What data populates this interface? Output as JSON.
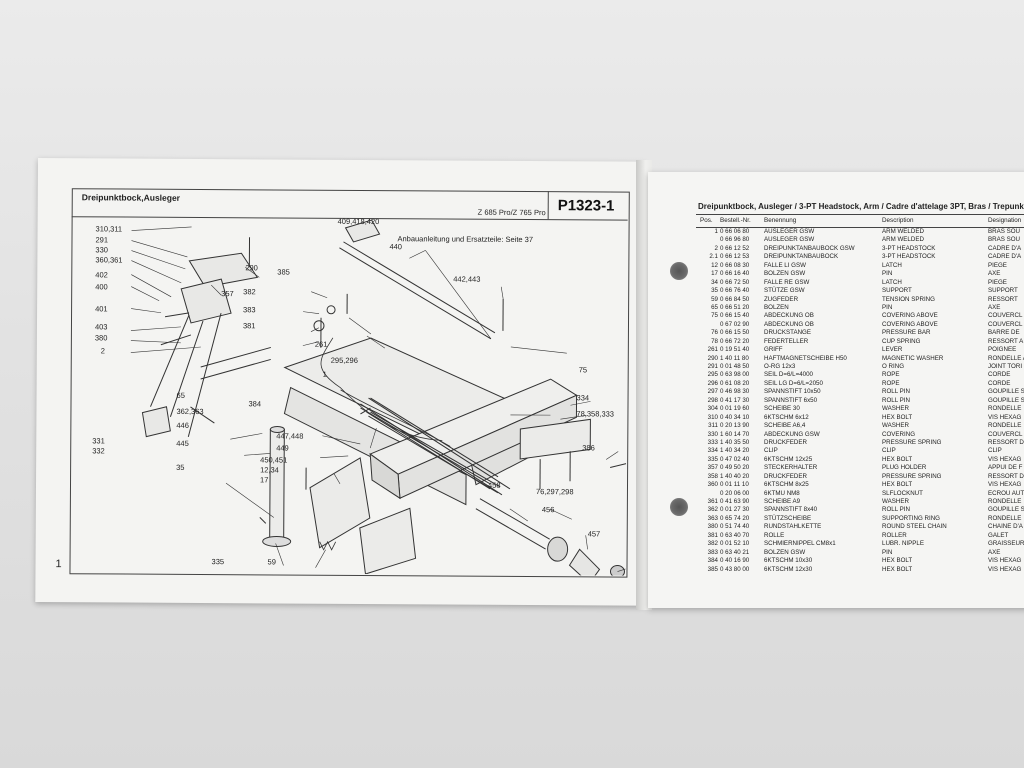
{
  "left_page": {
    "title": "Dreipunktbock,Ausleger",
    "model": "Z 685 Pro/Z 765 Pro",
    "plate_number": "P1323-1",
    "page_number": "1",
    "note": "Anbauanleitung und Ersatzteile: Seite 37",
    "callouts": [
      "310,311",
      "291",
      "330",
      "360,361",
      "402",
      "400",
      "401",
      "403",
      "380",
      "2",
      "331",
      "332",
      "290",
      "357",
      "382",
      "385",
      "383",
      "381",
      "261",
      "409,418,420",
      "440",
      "442,443",
      "295,296",
      "1",
      "75",
      "334",
      "78,358,333",
      "386",
      "65",
      "362,363",
      "384",
      "446",
      "445",
      "35",
      "447,448",
      "449",
      "450,451",
      "12,34",
      "17",
      "59",
      "335",
      "458",
      "76,297,298",
      "456",
      "457"
    ]
  },
  "right_page": {
    "title": "Dreipunktbock, Ausleger / 3-PT Headstock, Arm / Cadre d'attelage 3PT, Bras / Trepunkts",
    "columns": [
      "Pos.",
      "Bestell.-Nr.",
      "Benennung",
      "Description",
      "Designation"
    ],
    "rows": [
      [
        "1",
        "0 66 06 80",
        "AUSLEGER GSW",
        "ARM WELDED",
        "BRAS SOU"
      ],
      [
        "",
        "0 66 96 80",
        "AUSLEGER GSW",
        "ARM WELDED",
        "BRAS SOU"
      ],
      [
        "2",
        "0 66 12 52",
        "DREIPUNKTANBAUBOCK GSW",
        "3-PT HEADSTOCK",
        "CADRE D'A"
      ],
      [
        "2.1",
        "0 66 12 53",
        "DREIPUNKTANBAUBOCK",
        "3-PT HEADSTOCK",
        "CADRE D'A"
      ],
      [
        "12",
        "0 66 08 30",
        "FALLE LI GSW",
        "LATCH",
        "PIEGE"
      ],
      [
        "17",
        "0 66 16 40",
        "BOLZEN GSW",
        "PIN",
        "AXE"
      ],
      [
        "34",
        "0 66 72 50",
        "FALLE RE GSW",
        "LATCH",
        "PIEGE"
      ],
      [
        "35",
        "0 66 76 40",
        "STÜTZE GSW",
        "SUPPORT",
        "SUPPORT"
      ],
      [
        "59",
        "0 66 84 50",
        "ZUGFEDER",
        "TENSION SPRING",
        "RESSORT"
      ],
      [
        "65",
        "0 66 51 20",
        "BOLZEN",
        "PIN",
        "AXE"
      ],
      [
        "75",
        "0 66 15 40",
        "ABDECKUNG OB",
        "COVERING ABOVE",
        "COUVERCL"
      ],
      [
        "",
        "0 67 02 90",
        "ABDECKUNG OB",
        "COVERING ABOVE",
        "COUVERCL"
      ],
      [
        "76",
        "0 66 15 50",
        "DRUCKSTANGE",
        "PRESSURE BAR",
        "BARRE DE"
      ],
      [
        "78",
        "0 66 72 20",
        "FEDERTELLER",
        "CUP SPRING",
        "RESSORT A"
      ],
      [
        "261",
        "0 19 51 40",
        "GRIFF",
        "LEVER",
        "POIGNEE"
      ],
      [
        "290",
        "1 40 11 80",
        "HAFTMAGNETSCHEIBE H50",
        "MAGNETIC WASHER",
        "RONDELLE A"
      ],
      [
        "291",
        "0 01 48 50",
        "O-RG 12x3",
        "O RING",
        "JOINT TORI"
      ],
      [
        "295",
        "0 63 98 00",
        "SEIL D=6/L=4000",
        "ROPE",
        "CORDE"
      ],
      [
        "296",
        "0 61 08 20",
        "SEIL LG D=6/L=2050",
        "ROPE",
        "CORDE"
      ],
      [
        "297",
        "0 46 98 30",
        "SPANNSTIFT 10x50",
        "ROLL PIN",
        "GOUPILLE S"
      ],
      [
        "298",
        "0 41 17 30",
        "SPANNSTIFT 6x50",
        "ROLL PIN",
        "GOUPILLE S"
      ],
      [
        "304",
        "0 01 19 60",
        "SCHEIBE 30",
        "WASHER",
        "RONDELLE"
      ],
      [
        "310",
        "0 40 34 10",
        "6KTSCHM 6x12",
        "HEX BOLT",
        "VIS HEXAG"
      ],
      [
        "311",
        "0 20 13 90",
        "SCHEIBE A6,4",
        "WASHER",
        "RONDELLE"
      ],
      [
        "330",
        "1 60 14 70",
        "ABDECKUNG GSW",
        "COVERING",
        "COUVERCL"
      ],
      [
        "333",
        "1 40 35 50",
        "DRUCKFEDER",
        "PRESSURE SPRING",
        "RESSORT D"
      ],
      [
        "334",
        "1 40 34 20",
        "CLIP",
        "CLIP",
        "CLIP"
      ],
      [
        "335",
        "0 47 02 40",
        "6KTSCHM 12x25",
        "HEX BOLT",
        "VIS HEXAG"
      ],
      [
        "357",
        "0 49 50 20",
        "STECKERHALTER",
        "PLUG HOLDER",
        "APPUI DE F"
      ],
      [
        "358",
        "1 40 40 20",
        "DRUCKFEDER",
        "PRESSURE SPRING",
        "RESSORT D"
      ],
      [
        "360",
        "0 01 11 10",
        "6KTSCHM 8x25",
        "HEX BOLT",
        "VIS HEXAG"
      ],
      [
        "",
        "0 20 06 00",
        "6KTMU NM8",
        "SLFLOCKNUT",
        "ECROU AUT"
      ],
      [
        "361",
        "0 41 63 90",
        "SCHEIBE A9",
        "WASHER",
        "RONDELLE"
      ],
      [
        "362",
        "0 01 27 30",
        "SPANNSTIFT 8x40",
        "ROLL PIN",
        "GOUPILLE S"
      ],
      [
        "363",
        "0 65 74 20",
        "STÜTZSCHEIBE",
        "SUPPORTING RING",
        "RONDELLE"
      ],
      [
        "380",
        "0 51 74 40",
        "RUNDSTAHLKETTE",
        "ROUND STEEL CHAIN",
        "CHAINE D'A"
      ],
      [
        "381",
        "0 63 40 70",
        "ROLLE",
        "ROLLER",
        "GALET"
      ],
      [
        "382",
        "0 01 52 10",
        "SCHMIERNIPPEL CM8x1",
        "LUBR. NIPPLE",
        "GRAISSEUR"
      ],
      [
        "383",
        "0 63 40 21",
        "BOLZEN GSW",
        "PIN",
        "AXE"
      ],
      [
        "384",
        "0 40 16 90",
        "6KTSCHM 10x30",
        "HEX BOLT",
        "VIS HEXAG"
      ],
      [
        "385",
        "0 43 80 00",
        "6KTSCHM 12x30",
        "HEX BOLT",
        "VIS HEXAG"
      ]
    ]
  }
}
